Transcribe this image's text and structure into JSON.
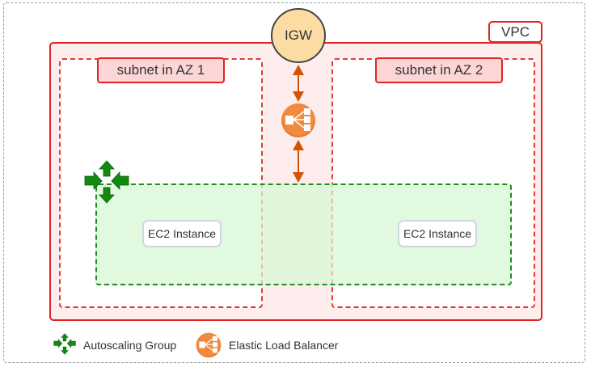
{
  "diagram": {
    "vpc": {
      "label": "VPC",
      "color": "#e02424",
      "fill": "#fdeded"
    },
    "igw": {
      "label": "IGW",
      "fill": "#fddca4"
    },
    "subnets": [
      {
        "label": "subnet in AZ 1"
      },
      {
        "label": "subnet in AZ 2"
      }
    ],
    "autoscaling_group": {
      "color": "#1e8c1e",
      "fill": "#d6f8d2"
    },
    "instances": [
      {
        "label": "EC2 Instance"
      },
      {
        "label": "EC2 Instance"
      }
    ],
    "load_balancer": {
      "icon": "elb-icon",
      "color": "#f08030"
    },
    "connections": [
      {
        "from": "IGW",
        "to": "Elastic Load Balancer",
        "type": "bidirectional"
      },
      {
        "from": "Elastic Load Balancer",
        "to": "Autoscaling Group",
        "type": "bidirectional"
      }
    ]
  },
  "legend": {
    "items": [
      {
        "icon": "autoscaling-icon",
        "label": "Autoscaling Group"
      },
      {
        "icon": "elb-icon",
        "label": "Elastic Load Balancer"
      }
    ]
  }
}
